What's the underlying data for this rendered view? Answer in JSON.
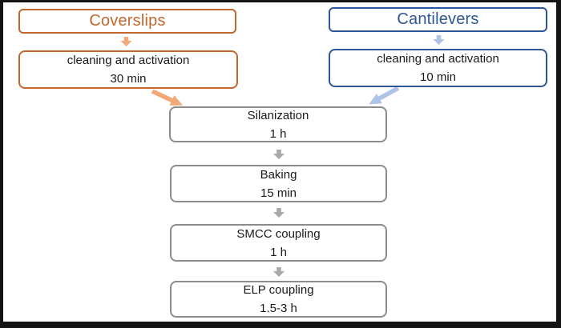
{
  "colors": {
    "frame": "#141414",
    "orange": "#C2672F",
    "orange_light": "#F2A878",
    "blue": "#2E5597",
    "blue_light": "#AEC4E6",
    "gray_border": "#8C8C8C",
    "gray_arrow": "#A9A9A9",
    "text": "#1A1A1A",
    "background": "#FFFFFF"
  },
  "flowchart": {
    "tracks": [
      {
        "title": "Coverslips",
        "step": {
          "label": "cleaning and activation",
          "duration": "30 min"
        }
      },
      {
        "title": "Cantilevers",
        "step": {
          "label": "cleaning and activation",
          "duration": "10 min"
        }
      }
    ],
    "shared_steps": [
      {
        "label": "Silanization",
        "duration": "1 h"
      },
      {
        "label": "Baking",
        "duration": "15 min"
      },
      {
        "label": "SMCC coupling",
        "duration": "1 h"
      },
      {
        "label": "ELP coupling",
        "duration": "1.5-3 h"
      }
    ],
    "icons": {
      "down_arrow": "block-down-arrow",
      "diagonal_arrow": "block-diagonal-arrow"
    }
  }
}
